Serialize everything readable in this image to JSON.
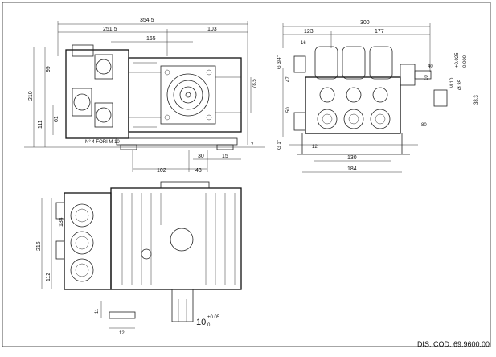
{
  "side_view": {
    "dims": {
      "total_length": "354.5",
      "d_251": "251.5",
      "d_103": "103",
      "d_165": "165",
      "h_99": "99",
      "h_210": "210",
      "h_111": "111",
      "h_61": "61",
      "h_78": "78.5",
      "h_7": "7",
      "d_102": "102",
      "d_43": "43",
      "d_30": "30",
      "d_15": "15"
    },
    "note": "N° 4 FORI M 10"
  },
  "front_view": {
    "dims": {
      "total_width": "300",
      "d_123": "123",
      "d_177": "177",
      "d_16": "16",
      "thread_top": "G 3/4\"",
      "thread_bottom": "G 1\"",
      "h_47": "47",
      "h_50": "50",
      "h_40": "40",
      "h_10": "10",
      "h_m10": "M 10",
      "shaft_dia": "Ø 35",
      "tol_hi": "+0.025",
      "tol_lo": "0.000",
      "h_38": "38.3",
      "d_80": "80",
      "d_12": "12",
      "d_130": "130",
      "d_184": "184"
    }
  },
  "top_view": {
    "dims": {
      "h_134": "134",
      "h_216": "216",
      "h_112": "112",
      "h_11": "11",
      "d_12": "12",
      "key_width": "10",
      "key_tol_hi": "+0.05",
      "key_tol_lo": "0"
    }
  },
  "drawing_code": "DIS. COD. 69.9600.00"
}
